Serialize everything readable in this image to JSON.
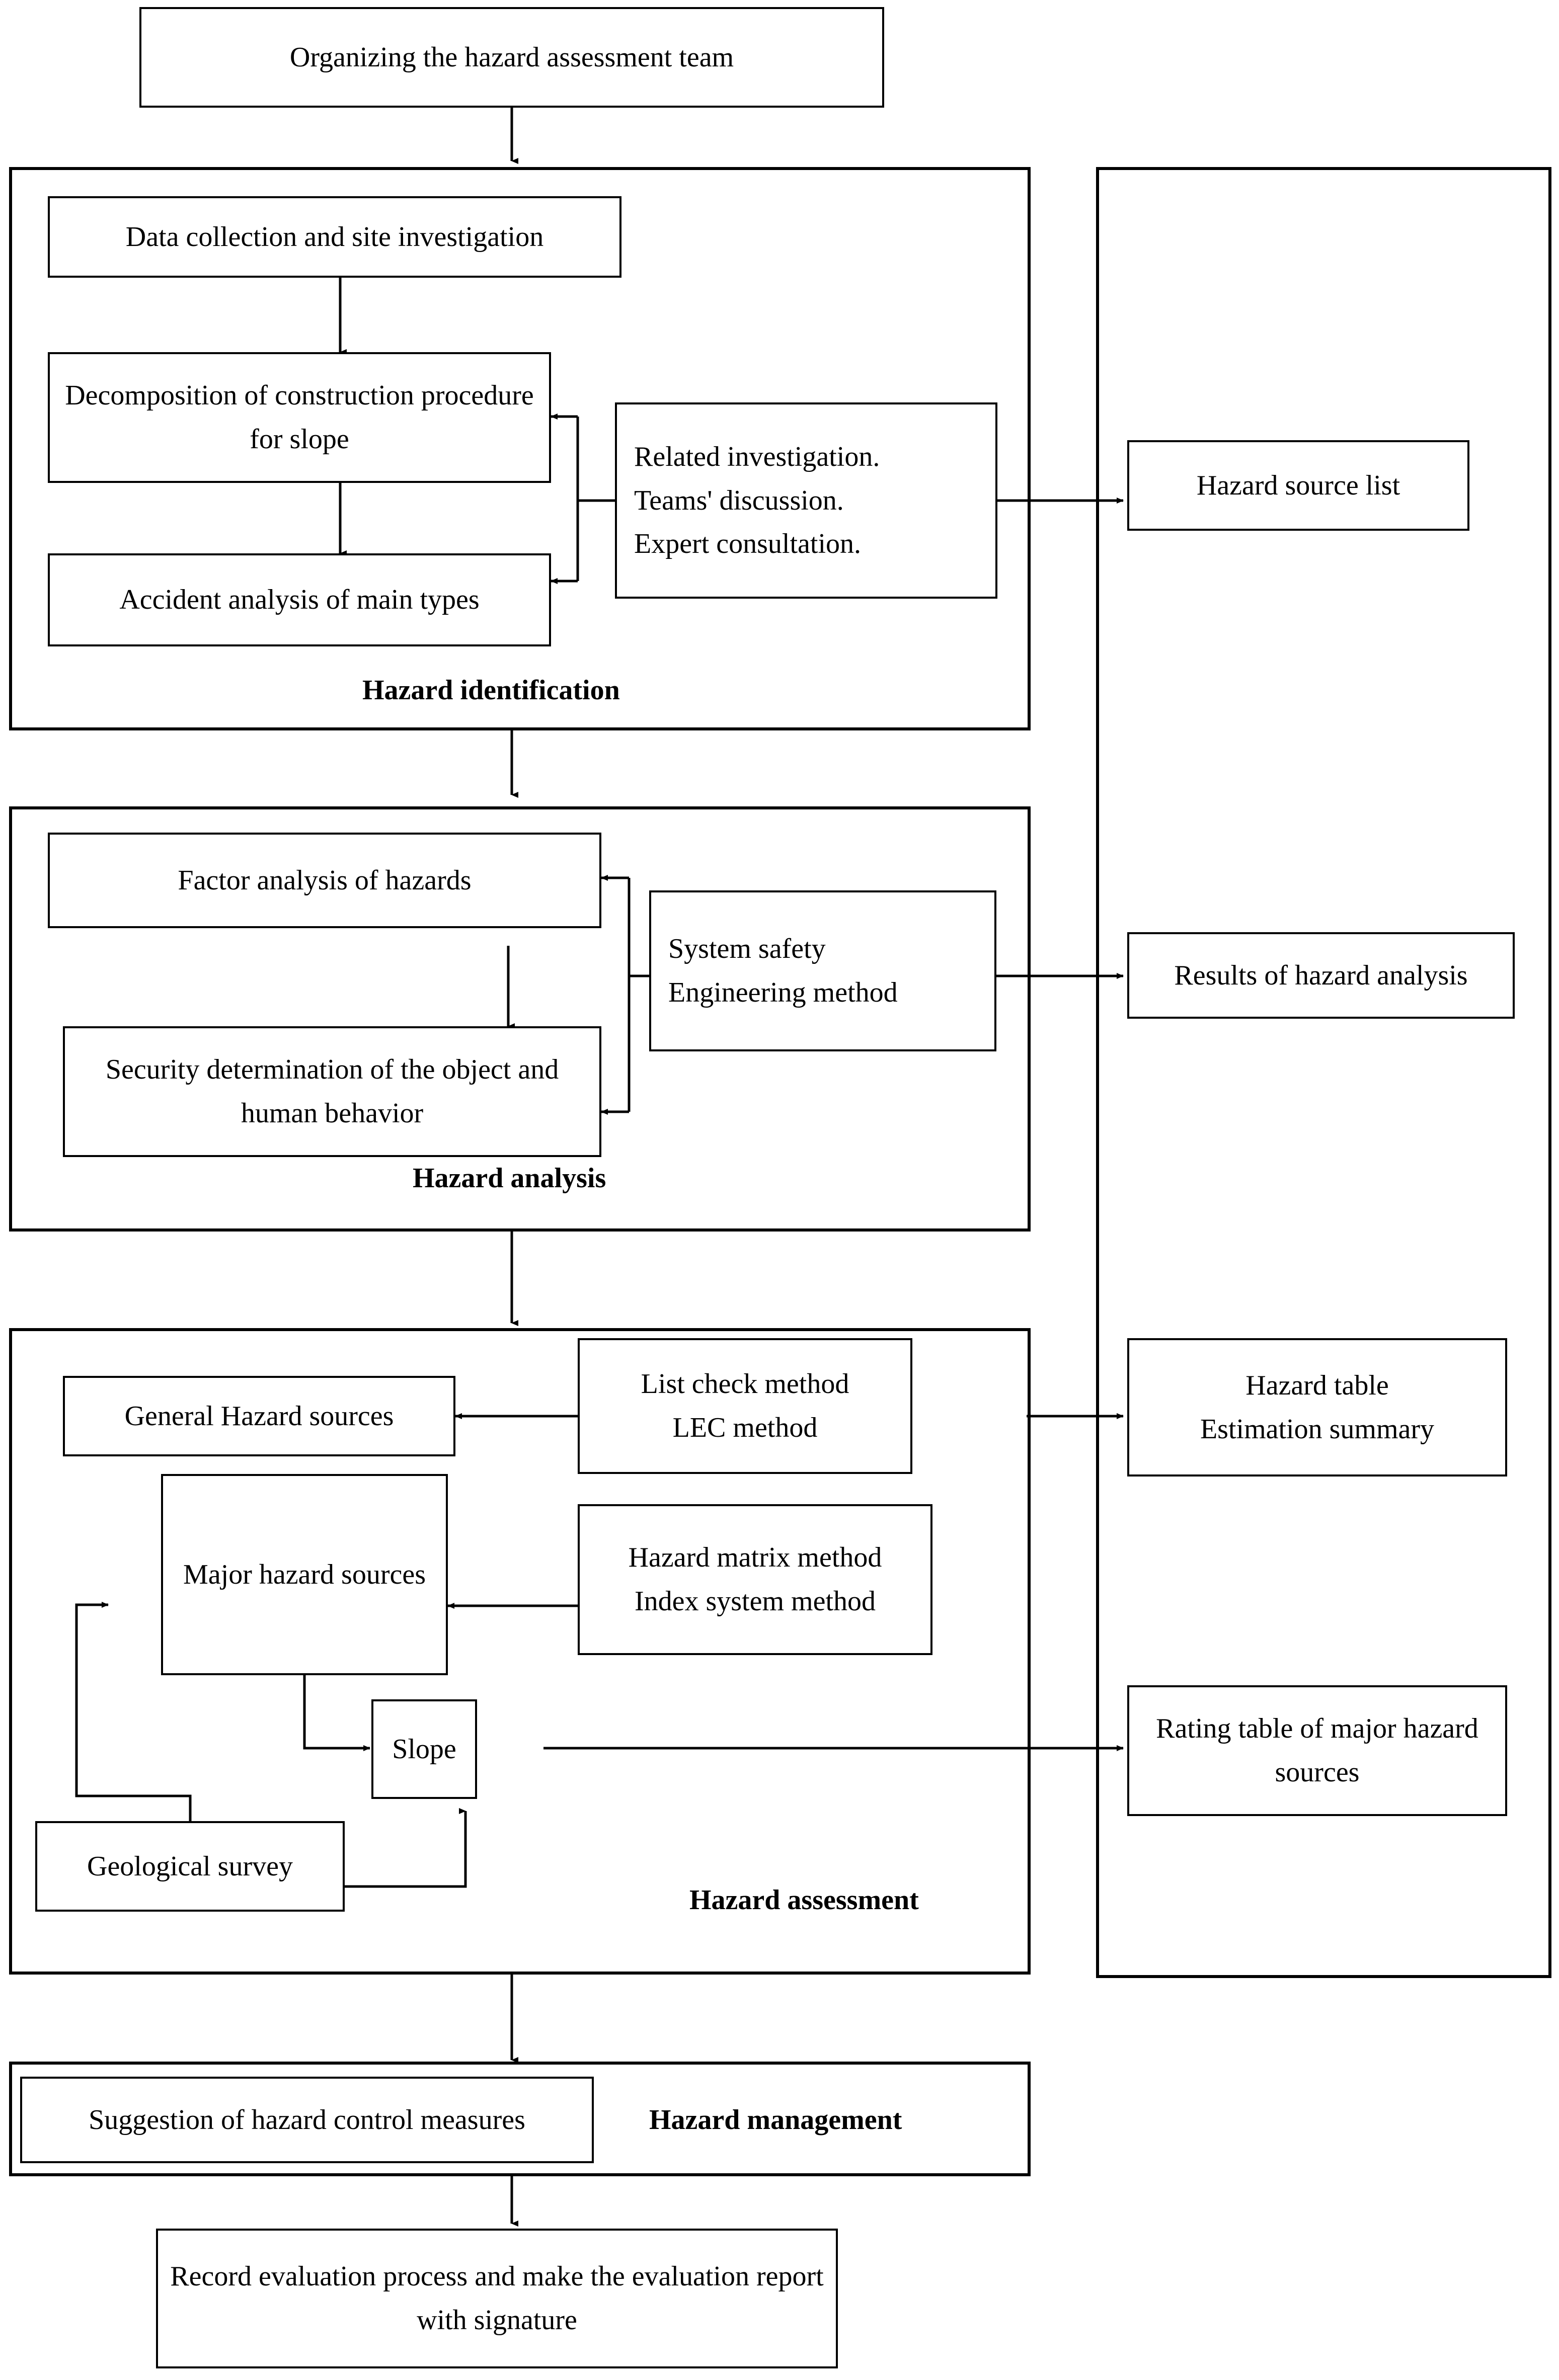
{
  "diagram": {
    "title_box": {
      "label": "Organizing the hazard assessment team"
    },
    "stages": [
      {
        "id": "hazard-identification",
        "label": "Hazard identification",
        "nodes": [
          {
            "id": "data-collection",
            "label": "Data collection and site investigation"
          },
          {
            "id": "decomposition",
            "label": "Decomposition of construction procedure for slope"
          },
          {
            "id": "accident-analysis",
            "label": "Accident analysis of main types"
          },
          {
            "id": "methods-identification",
            "label": "Related investigation.\nTeams' discussion.\nExpert consultation."
          }
        ],
        "output": {
          "id": "hazard-source-list",
          "label": "Hazard source list"
        }
      },
      {
        "id": "hazard-analysis",
        "label": "Hazard analysis",
        "nodes": [
          {
            "id": "factor-analysis",
            "label": "Factor analysis of hazards"
          },
          {
            "id": "security-determination",
            "label": "Security determination of the object and human behavior"
          },
          {
            "id": "methods-analysis",
            "label": "System safety\nEngineering method"
          }
        ],
        "output": {
          "id": "results-of-hazard-analysis",
          "label": "Results of hazard analysis"
        }
      },
      {
        "id": "hazard-assessment",
        "label": "Hazard assessment",
        "nodes": [
          {
            "id": "general-hazard-sources",
            "label": "General Hazard sources"
          },
          {
            "id": "methods-list-check",
            "label": "List check method\nLEC method"
          },
          {
            "id": "major-hazard-sources",
            "label": "Major hazard sources"
          },
          {
            "id": "methods-matrix",
            "label": "Hazard matrix method\nIndex system method"
          },
          {
            "id": "slope",
            "label": "Slope"
          },
          {
            "id": "geological-survey",
            "label": "Geological survey"
          }
        ],
        "outputs": [
          {
            "id": "hazard-table",
            "label": "Hazard table\nEstimation summary"
          },
          {
            "id": "rating-table",
            "label": "Rating table of major hazard sources"
          }
        ]
      },
      {
        "id": "hazard-management",
        "label": "Hazard management",
        "nodes": [
          {
            "id": "suggestion-control-measures",
            "label": "Suggestion of hazard control measures"
          }
        ]
      }
    ],
    "final_box": {
      "label": "Record evaluation process and make the evaluation report with signature"
    },
    "colors": {
      "stroke": "#000000",
      "background": "#ffffff",
      "text": "#000000"
    }
  }
}
